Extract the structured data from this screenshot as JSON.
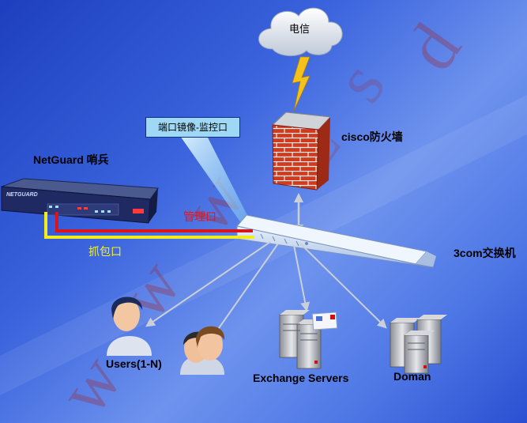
{
  "labels": {
    "cloud": "电信",
    "firewall": "cisco防火墙",
    "sensor": "NetGuard 哨兵",
    "mirror_port": "端口镜像-监控口",
    "mgmt_port": "管理口",
    "capture_port": "抓包口",
    "switch": "3com交换机",
    "users": "Users(1-N)",
    "exchange": "Exchange Servers",
    "domain": "Doman"
  },
  "watermark": "www.zsd",
  "colors": {
    "mgmt_line": "#d9141b",
    "capture_line": "#f3ec1c",
    "mgmt_text": "#e8141c",
    "capture_text": "#f5ef2a",
    "firewall_brick": "#cf3b1f",
    "lightning": "#f4c21a",
    "callout_bg": "#9fd8f5"
  }
}
